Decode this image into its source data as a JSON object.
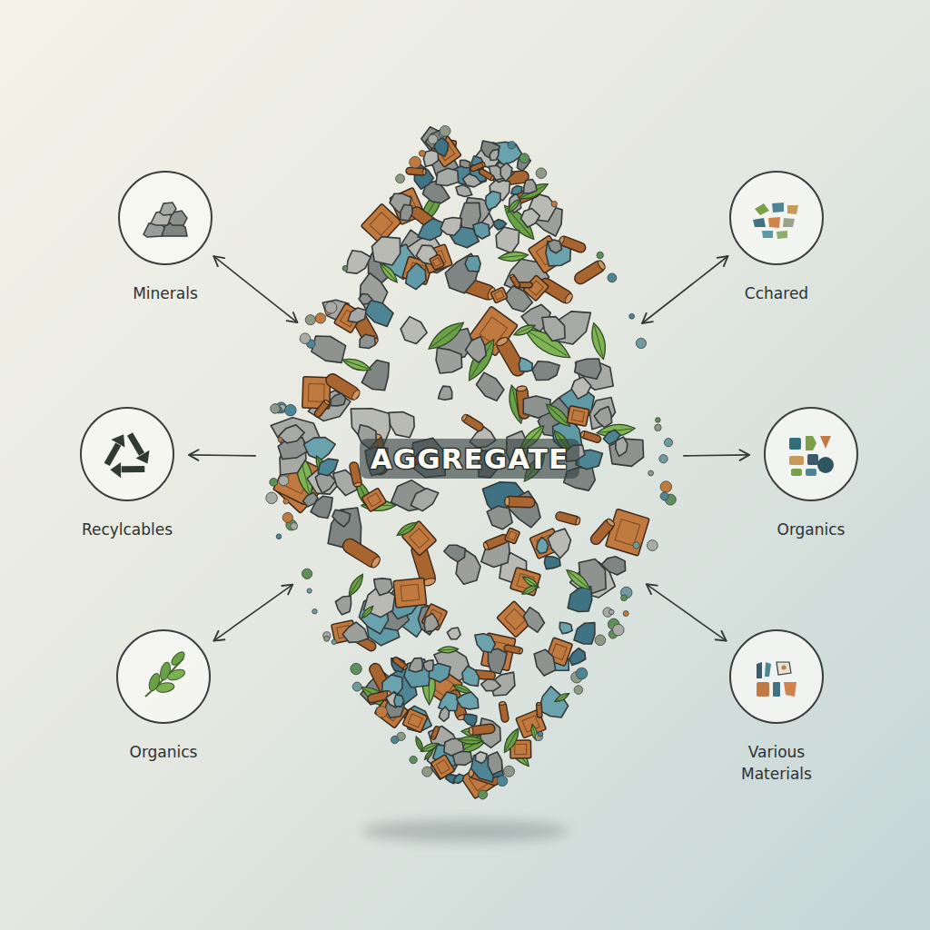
{
  "diagram": {
    "nodes": [
      {
        "text": [
          "Minerals"
        ]
      },
      {
        "text": [
          "Cchared"
        ]
      },
      {
        "text": [
          "Recylcables"
        ]
      },
      {
        "text": [
          "AGGREGATE"
        ]
      },
      {
        "text": [
          "Organics"
        ]
      },
      {
        "text": [
          "Organics"
        ]
      },
      {
        "text": [
          "Various Materials"
        ]
      }
    ],
    "edges": [
      {
        "from": 0,
        "to": 3,
        "arrow": "both"
      },
      {
        "from": 3,
        "to": 2,
        "arrow": "to"
      },
      {
        "from": 5,
        "to": 3,
        "arrow": "both"
      },
      {
        "from": 1,
        "to": 3,
        "arrow": "both"
      },
      {
        "from": 3,
        "to": 4,
        "arrow": "to"
      },
      {
        "from": 6,
        "to": 3,
        "arrow": "both"
      }
    ]
  }
}
